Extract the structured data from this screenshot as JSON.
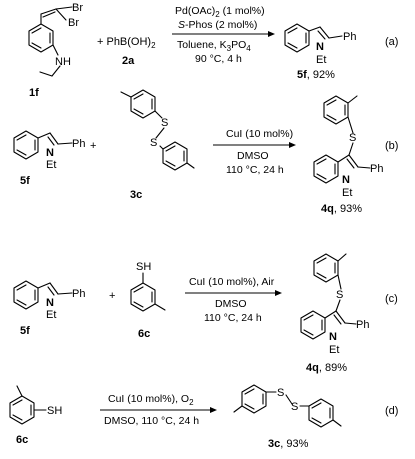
{
  "a": {
    "sm_br1": "Br",
    "sm_br2": "Br",
    "sm_nh": "NH",
    "sm_label": "1f",
    "plus_reagent": "+ PhB(OH)",
    "reagent_sub": "2",
    "reagent_label": "2a",
    "cond1": "Pd(OAc)",
    "cond1_sub": "2",
    "cond1_tail": " (1 mol%)",
    "cond2_ital": "S",
    "cond2": "-Phos (2 mol%)",
    "cond3": "Toluene, K",
    "cond3_sub": "3",
    "cond3_mid": "PO",
    "cond3_sub2": "4",
    "cond4": "90 °C, 4 h",
    "prod_ph": "Ph",
    "prod_n": "N",
    "prod_et": "Et",
    "prod_label": "5f",
    "prod_yield": ", 92%",
    "tag": "(a)"
  },
  "b": {
    "sm_ph": "Ph",
    "sm_n": "N",
    "sm_et": "Et",
    "sm_label": "5f",
    "plus": "+",
    "s1": "S",
    "s2": "S",
    "reagent_label": "3c",
    "cond1": "CuI (10 mol%)",
    "cond2": "DMSO",
    "cond3": "110 °C, 24 h",
    "prod_s": "S",
    "prod_ph": "Ph",
    "prod_n": "N",
    "prod_et": "Et",
    "prod_label": "4q",
    "prod_yield": ", 93%",
    "tag": "(b)"
  },
  "c": {
    "sm_ph": "Ph",
    "sm_n": "N",
    "sm_et": "Et",
    "sm_label": "5f",
    "plus": "+",
    "sh": "SH",
    "reagent_label": "6c",
    "cond1": "CuI (10 mol%), Air",
    "cond2": "DMSO",
    "cond3": "110 °C, 24 h",
    "prod_s": "S",
    "prod_ph": "Ph",
    "prod_n": "N",
    "prod_et": "Et",
    "prod_label": "4q",
    "prod_yield": ", 89%",
    "tag": "(c)"
  },
  "d": {
    "sh": "SH",
    "sm_label": "6c",
    "cond1": "CuI (10 mol%), O",
    "cond1_sub": "2",
    "cond2": "DMSO, 110 °C, 24 h",
    "s1": "S",
    "s2": "S",
    "prod_label": "3c",
    "prod_yield": ", 93%",
    "tag": "(d)"
  }
}
